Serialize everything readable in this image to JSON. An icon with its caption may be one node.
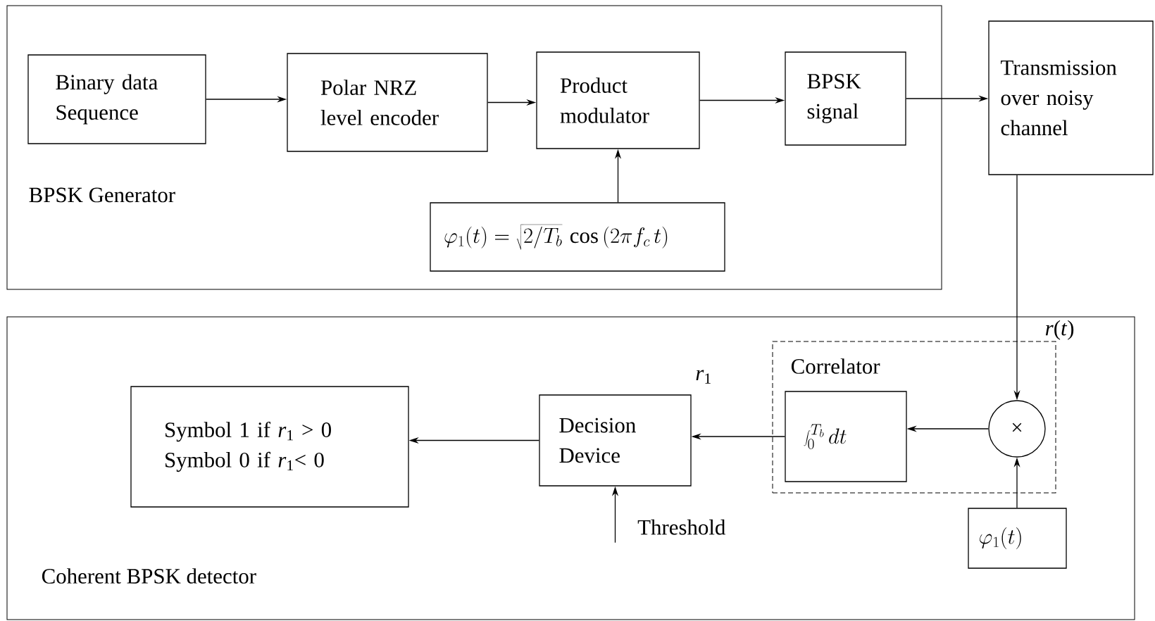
{
  "diagram": {
    "nodes": [
      {
        "text": [
          "BPSK Generator"
        ]
      },
      {
        "text": [
          "Binary data Sequence"
        ],
        "in": 0
      },
      {
        "text": [
          "Polar NRZ level encoder"
        ],
        "in": 0
      },
      {
        "text": [
          "Product modulator"
        ],
        "in": 0
      },
      {
        "text": [
          "BPSK signal"
        ],
        "in": 0
      },
      {
        "text": [
          "\\varphi_1(t) = \\sqrt{2/T_b}\\,\\cos\\,(2\\pi f_c\\, t)"
        ],
        "in": 0
      },
      {
        "text": [
          "Transmission over noisy channel"
        ]
      },
      {
        "text": [
          "Coherent BPSK detector"
        ]
      },
      {
        "text": [
          "Symbol 1 if *r*$_{1}$ > 0",
          "Symbol 0 if *r*$_{1}$< 0"
        ],
        "in": 7
      },
      {
        "text": [
          "Decision Device"
        ],
        "in": 7
      },
      {
        "text": [
          "Correlator"
        ],
        "in": 7
      },
      {
        "text": [
          "\\int_{0}^{T_b} dt"
        ],
        "in": 10
      },
      {
        "text": [
          "×"
        ],
        "in": 10
      },
      {
        "text": [
          "\\varphi_1(t)"
        ],
        "in": 7
      }
    ],
    "edges": [
      {
        "from": 1,
        "to": 2,
        "arrow": "to"
      },
      {
        "from": 2,
        "to": 3,
        "arrow": "to"
      },
      {
        "from": 3,
        "to": 4,
        "arrow": "to"
      },
      {
        "from": 5,
        "to": 3,
        "arrow": "to"
      },
      {
        "from": 4,
        "to": 6,
        "arrow": "to"
      },
      {
        "from": 6,
        "to": 12,
        "arrow": "to",
        "label": "*r*(*t*)"
      },
      {
        "from": 12,
        "to": 11,
        "arrow": "to"
      },
      {
        "from": 11,
        "to": 9,
        "arrow": "to",
        "label": "*r*$_{1}$"
      },
      {
        "from": 9,
        "to": 8,
        "arrow": "to"
      },
      {
        "from": 13,
        "to": 12,
        "arrow": "to"
      },
      {
        "from": null,
        "to": 9,
        "arrow": "to",
        "label": "Threshold"
      }
    ]
  }
}
